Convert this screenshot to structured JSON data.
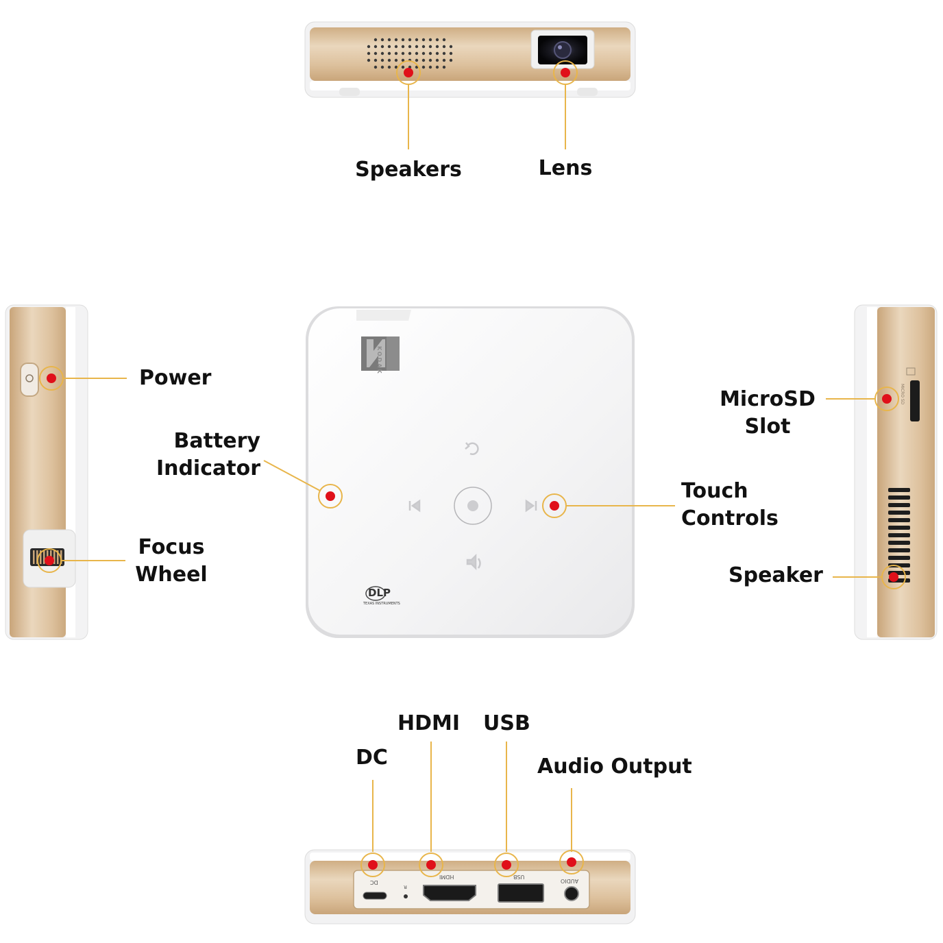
{
  "labels": {
    "speakers": "Speakers",
    "lens": "Lens",
    "power": "Power",
    "battery_line1": "Battery",
    "battery_line2": "Indicator",
    "focus_line1": "Focus",
    "focus_line2": "Wheel",
    "microsd_line1": "MicroSD",
    "microsd_line2": "Slot",
    "touch_line1": "Touch",
    "touch_line2": "Controls",
    "speaker": "Speaker",
    "hdmi": "HDMI",
    "usb": "USB",
    "dc": "DC",
    "audio_output": "Audio Output"
  },
  "device_text": {
    "brand": "KODAK",
    "dlp": "DLP",
    "dlp_sub": "TEXAS INSTRUMENTS",
    "port_dc": "DC",
    "port_r": "R",
    "port_hdmi": "HDMI",
    "port_usb": "USB",
    "port_audio": "AUDIO",
    "port_microsd": "MICRO SD"
  },
  "colors": {
    "gold": "#d9bf9b",
    "gold_dark": "#c8a678",
    "callout_line": "#e8b54a",
    "callout_dot": "#e0101a",
    "brand_logo": "#8c8c8c",
    "device_white": "#f7f7f8",
    "label_text": "#111111"
  }
}
